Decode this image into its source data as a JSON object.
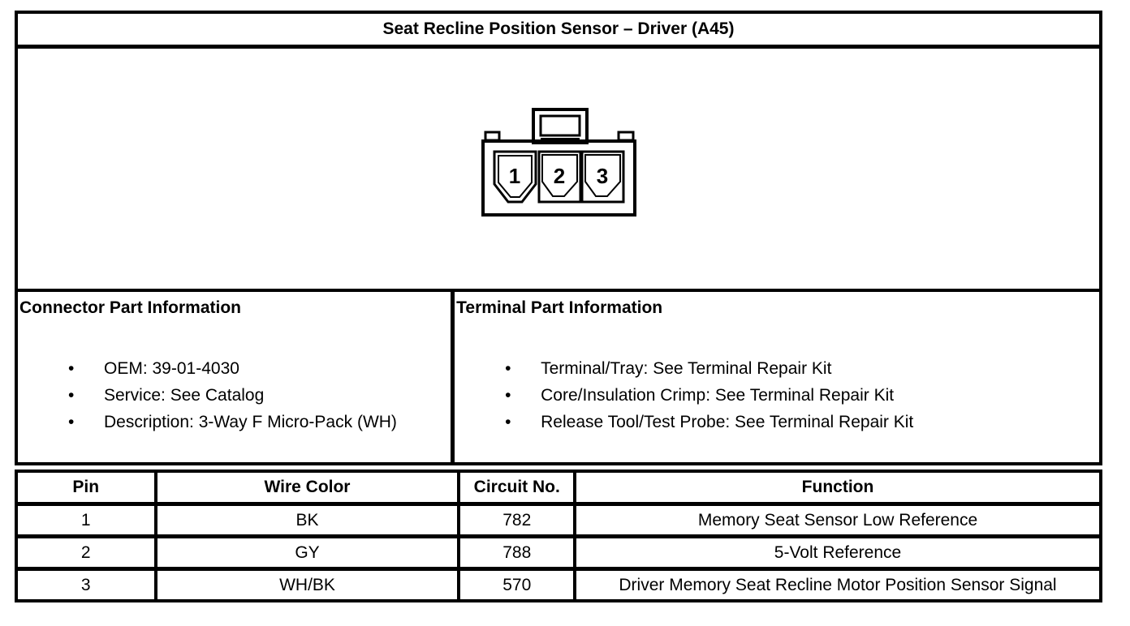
{
  "title": "Seat Recline Position Sensor – Driver (A45)",
  "ui": {
    "bullet": "•"
  },
  "colors": {
    "border": "#000000",
    "background": "#ffffff",
    "text": "#000000"
  },
  "connector": {
    "name": "3-way female Micro-Pack connector face view",
    "pins": [
      "1",
      "2",
      "3"
    ]
  },
  "connector_part_info": {
    "heading": "Connector Part Information",
    "items": [
      "OEM: 39-01-4030",
      "Service: See Catalog",
      "Description: 3-Way F Micro-Pack (WH)"
    ]
  },
  "terminal_part_info": {
    "heading": "Terminal Part Information",
    "items": [
      "Terminal/Tray: See Terminal Repair Kit",
      "Core/Insulation Crimp: See Terminal Repair Kit",
      "Release Tool/Test Probe: See Terminal Repair Kit"
    ]
  },
  "pin_table": {
    "headers": [
      "Pin",
      "Wire Color",
      "Circuit No.",
      "Function"
    ],
    "rows": [
      {
        "pin": "1",
        "wire_color": "BK",
        "circuit_no": "782",
        "function": "Memory Seat Sensor Low Reference"
      },
      {
        "pin": "2",
        "wire_color": "GY",
        "circuit_no": "788",
        "function": "5-Volt Reference"
      },
      {
        "pin": "3",
        "wire_color": "WH/BK",
        "circuit_no": "570",
        "function": "Driver Memory Seat Recline Motor Position Sensor Signal"
      }
    ]
  }
}
